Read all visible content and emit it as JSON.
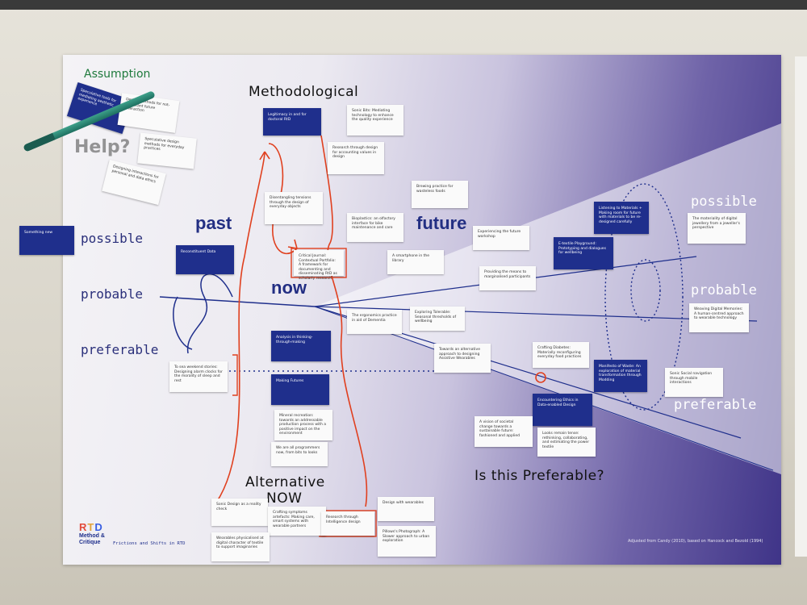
{
  "handwritten": {
    "assumption": "Assumption",
    "help": "Help?",
    "methodological": "Methodological",
    "alternative_now_1": "Alternative",
    "alternative_now_2": "NOW",
    "is_this_preferable": "Is this Preferable?"
  },
  "poster_labels": {
    "past": "past",
    "now": "now",
    "future": "future",
    "left_possible": "possible",
    "left_probable": "probable",
    "left_preferable": "preferable",
    "right_possible": "possible",
    "right_probable": "probable",
    "right_preferable": "preferable"
  },
  "footer": {
    "logo": "RTD",
    "logo_sub_1": "Method &",
    "logo_sub_2": "Critique",
    "subtitle": "Frictions and Shifts in RTD",
    "credit": "Adjusted from Candy (2010), based on Hancock and Bezold (1994)"
  },
  "blue_cards": [
    {
      "id": "blue-top-left",
      "text": "Speculative tools for mediating aesthetic experience"
    },
    {
      "id": "blue-outside",
      "text": "Something new"
    },
    {
      "id": "blue-methodological",
      "text": "Legitimacy in and for doctoral RtD"
    },
    {
      "id": "blue-past",
      "text": "Reconstituent Data"
    },
    {
      "id": "blue-now-1",
      "text": "Analysis in thinking-through-making"
    },
    {
      "id": "blue-now-2",
      "text": "Making Futures"
    },
    {
      "id": "blue-future-1",
      "text": "Listening to Materials + Making room for future with materials to be re-designed carefully"
    },
    {
      "id": "blue-future-2",
      "text": "E-textile Playground: Prototyping and dialogues for wellbeing"
    },
    {
      "id": "blue-future-3",
      "text": "Manifesto of Waste: An exploration of material transformation through Modding"
    },
    {
      "id": "blue-future-4",
      "text": "Encountering Ethics in Data-enabled Design"
    }
  ],
  "sticky_notes": [
    {
      "id": "note-1",
      "text": "Design methods for not-so-distant future interaction"
    },
    {
      "id": "note-2",
      "text": "Speculative design methods for everyday practices"
    },
    {
      "id": "note-3",
      "text": "Designing interactions for personal and data ethics"
    },
    {
      "id": "note-4",
      "text": "Sonic Bits: Mediating technology to enhance the quality experience"
    },
    {
      "id": "note-5",
      "text": "Research through design for accounting values in design"
    },
    {
      "id": "note-6",
      "text": "Disentangling tensions through the design of everyday objects"
    },
    {
      "id": "note-7",
      "text": "Critical Journal: Contextual Portfolio: A framework for documenting and disseminating RtD as scholarly research"
    },
    {
      "id": "note-8",
      "text": "Bioplastics: an olfactory interface for bike maintenance and care"
    },
    {
      "id": "note-9",
      "text": "Brewing practice for wasteless foods"
    },
    {
      "id": "note-10",
      "text": "Experiencing the future workshop"
    },
    {
      "id": "note-11",
      "text": "A smartphone in the library"
    },
    {
      "id": "note-12",
      "text": "Providing the means to marginalised participants"
    },
    {
      "id": "note-13",
      "text": "The materiality of digital jewellery from a jeweller's perspective"
    },
    {
      "id": "note-14",
      "text": "Weaving Digital Memories: A human-centred approach to wearable technology"
    },
    {
      "id": "note-15",
      "text": "The ergonomics practice in aid of Dementia"
    },
    {
      "id": "note-16",
      "text": "Exploring Tolerable: Seasonal thresholds of wellbeing"
    },
    {
      "id": "note-17",
      "text": "Crafting Diabetes: Materially reconfiguring everyday food practices"
    },
    {
      "id": "note-18",
      "text": "Sonic Social navigation through mobile interactions"
    },
    {
      "id": "note-19",
      "text": "Towards an alternative approach to designing Assistive Wearables"
    },
    {
      "id": "note-20",
      "text": "To sea weekend stories: Designing alarm clocks for the morality of sleep and rest"
    },
    {
      "id": "note-21",
      "text": "Mineral recreation: towards an addressable production process with a positive impact on the environment"
    },
    {
      "id": "note-22",
      "text": "We are all programmers now, from bits to looks"
    },
    {
      "id": "note-23",
      "text": "Sonic Design as a reality check"
    },
    {
      "id": "note-24",
      "text": "Crafting symptoms artefacts: Making care, smart systems with wearable partners"
    },
    {
      "id": "note-25",
      "text": "Research through Intelligence design"
    },
    {
      "id": "note-26",
      "text": "Design with wearables"
    },
    {
      "id": "note-27",
      "text": "Wearables physicalised at digital character of textile to support imaginaries"
    },
    {
      "id": "note-28",
      "text": "Pillows's Photograph: A Slower approach to urban exploration"
    },
    {
      "id": "note-29",
      "text": "A vision of societal change towards a sustainable future: fashioned and applied"
    },
    {
      "id": "note-30",
      "text": "Looks remain tense: rethinking, collaborating, and estimating the power textile"
    }
  ],
  "colors": {
    "poster_light": "#f4f3f6",
    "poster_dark": "#3f3488",
    "card_blue": "#1f2f8c",
    "pen_red": "#e0401f",
    "marker_green": "#1f7a3d"
  }
}
